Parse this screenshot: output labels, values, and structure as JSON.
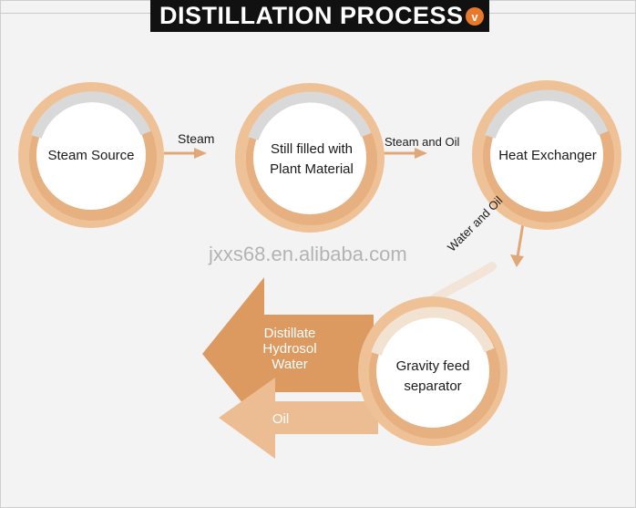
{
  "title": "DISTILLATION PROCESS",
  "title_badge": "v",
  "watermark": "jxxs68.en.alibaba.com",
  "nodes": {
    "steam_source": "Steam Source",
    "still": "Still filled with\nPlant Material",
    "heat_exchanger": "Heat Exchanger",
    "separator": "Gravity feed\nseparator"
  },
  "edges": {
    "steam": "Steam",
    "steam_and_oil": "Steam and Oil",
    "water_and_oil": "Water and Oil"
  },
  "outputs": {
    "distillate": "Distillate\nHydrosol\nWater",
    "oil": "Oil"
  },
  "colors": {
    "orange": "#efc196",
    "orange_dark": "#e0a877",
    "arrow_dark": "#dc9a60",
    "arrow_light": "#ecbd92",
    "grey_arc": "#d9d9d9"
  }
}
